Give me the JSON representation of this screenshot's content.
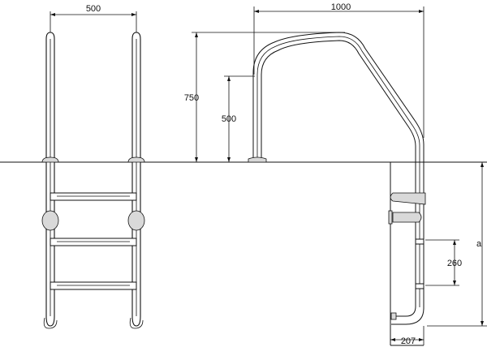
{
  "diagram": {
    "dimensions": {
      "ladder_width": "500",
      "handrail_span": "1000",
      "total_height": "750",
      "post_height": "500",
      "step_spacing": "260",
      "depth": "a",
      "base_width": "207"
    }
  }
}
